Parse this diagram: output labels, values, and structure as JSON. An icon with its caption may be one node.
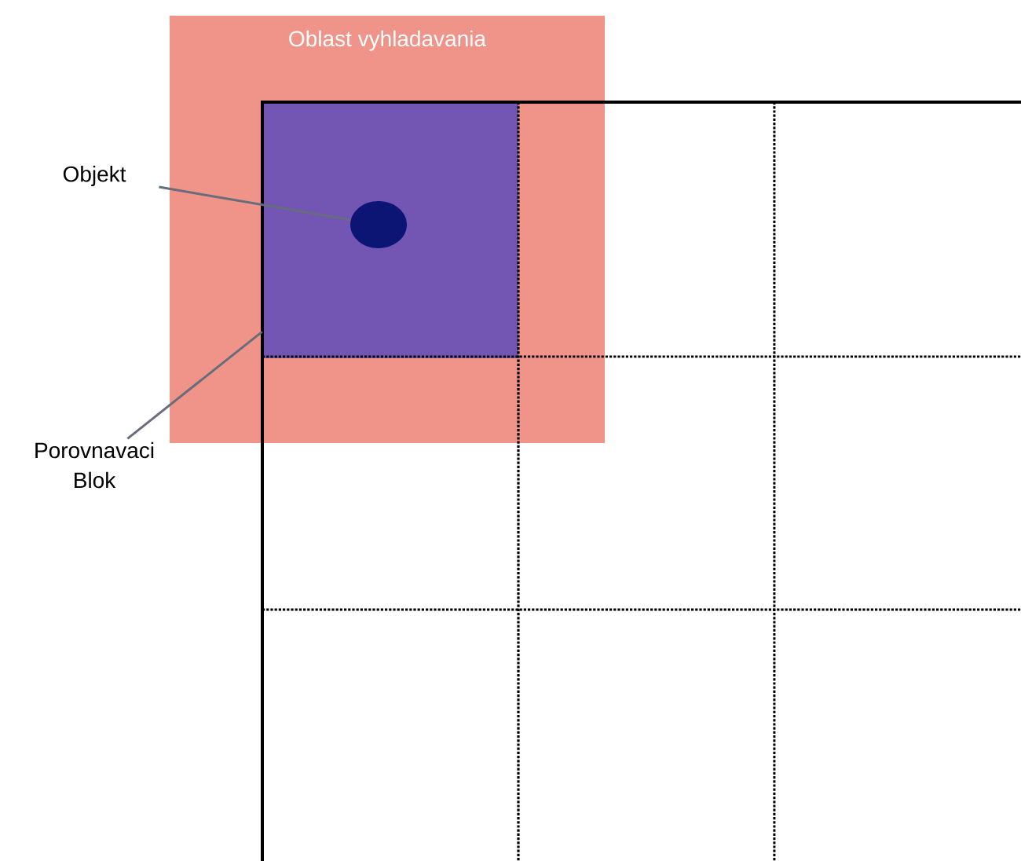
{
  "diagram": {
    "nodes": [
      {
        "text": [
          "Oblast vyhladavania"
        ]
      },
      {
        "text": [
          "Objekt"
        ]
      },
      {
        "text": [],
        "shape": "box",
        "in": 0
      },
      {
        "text": [],
        "shape": "circle",
        "in": 2
      },
      {
        "text": [
          "Porovnavaci Blok"
        ]
      }
    ],
    "edges": [
      {
        "from": 1,
        "to": 3,
        "arrow": "none"
      },
      {
        "from": 4,
        "to": 2,
        "arrow": "none"
      }
    ]
  }
}
